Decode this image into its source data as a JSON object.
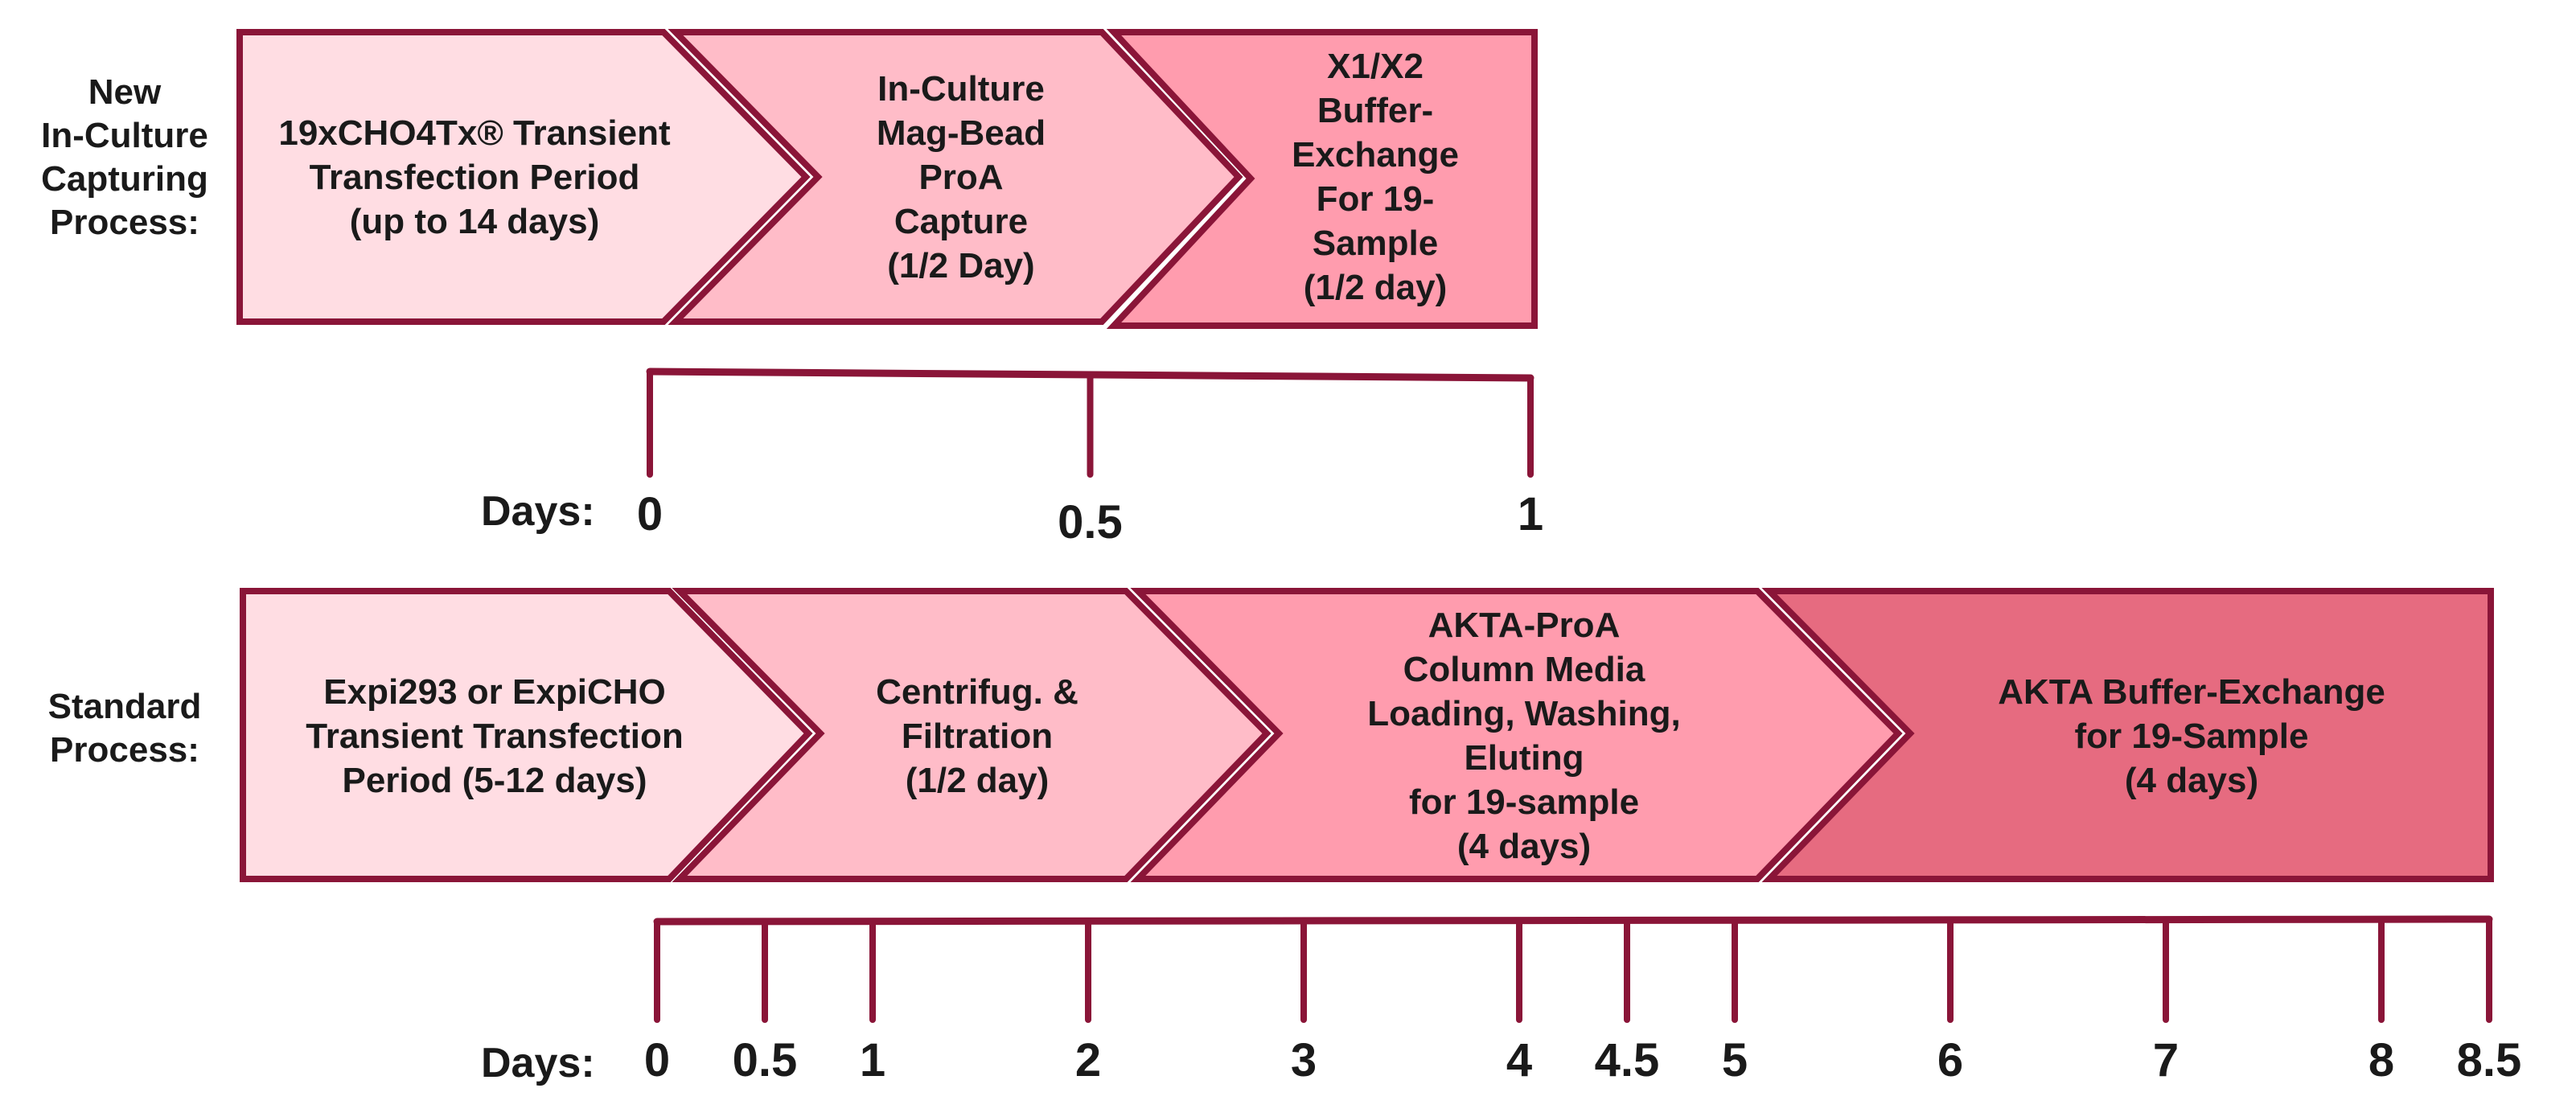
{
  "colors": {
    "outline": "#8a1538",
    "fill_light": "#ffdde3",
    "fill_medium": "#ffbcc8",
    "fill_strong": "#ff9cae",
    "fill_dark": "#e66b80"
  },
  "new_process": {
    "label": "New\nIn-Culture\nCapturing\nProcess:",
    "stages": [
      "19xCHO4Tx® Transient\nTransfection Period\n(up to 14 days)",
      "In-Culture\nMag-Bead\nProA\nCapture\n(1/2 Day)",
      "X1/X2\nBuffer-\nExchange\nFor 19-\nSample\n(1/2 day)"
    ],
    "timeline": {
      "label": "Days:",
      "ticks": [
        {
          "label": "0",
          "value": 0
        },
        {
          "label": "0.5",
          "value": 0.5
        },
        {
          "label": "1",
          "value": 1
        }
      ]
    }
  },
  "standard_process": {
    "label": "Standard\nProcess:",
    "stages": [
      "Expi293 or ExpiCHO\nTransient Transfection\nPeriod (5-12 days)",
      "Centrifug. &\nFiltration\n(1/2 day)",
      "AKTA-ProA\nColumn Media\nLoading, Washing,\nEluting\nfor 19-sample\n(4 days)",
      "AKTA Buffer-Exchange\nfor 19-Sample\n(4 days)"
    ],
    "timeline": {
      "label": "Days:",
      "ticks": [
        {
          "label": "0",
          "value": 0
        },
        {
          "label": "0.5",
          "value": 0.5
        },
        {
          "label": "1",
          "value": 1
        },
        {
          "label": "2",
          "value": 2
        },
        {
          "label": "3",
          "value": 3
        },
        {
          "label": "4",
          "value": 4
        },
        {
          "label": "4.5",
          "value": 4.5
        },
        {
          "label": "5",
          "value": 5
        },
        {
          "label": "6",
          "value": 6
        },
        {
          "label": "7",
          "value": 7
        },
        {
          "label": "8",
          "value": 8
        },
        {
          "label": "8.5",
          "value": 8.5
        }
      ]
    }
  }
}
